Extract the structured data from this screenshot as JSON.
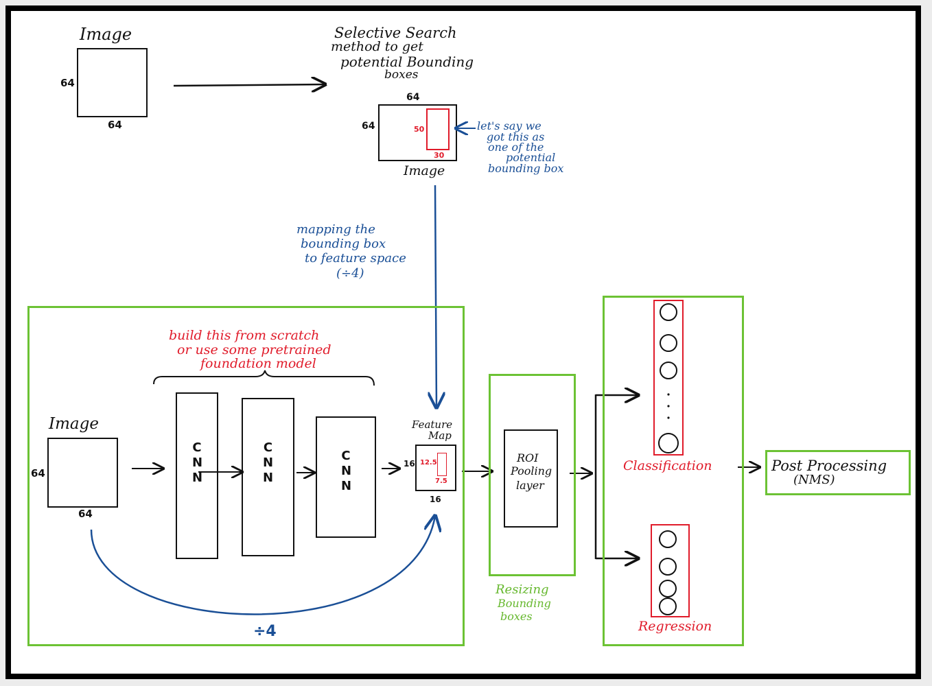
{
  "top_image": {
    "label": "Image",
    "height": "64",
    "width": "64"
  },
  "selective_search": {
    "lines": [
      "Selective Search",
      "method to get",
      "potential Bounding",
      "boxes"
    ]
  },
  "proposal_image": {
    "label": "Image",
    "height": "64",
    "width": "64",
    "bbox_height": "50",
    "bbox_width": "30"
  },
  "proposal_note": {
    "lines": [
      "let's say we",
      "got this as",
      "one of the",
      "potential",
      "bounding box"
    ]
  },
  "mapping_note": {
    "lines": [
      "mapping the",
      "bounding box",
      "to feature space",
      "(÷4)"
    ]
  },
  "backbone_note": {
    "lines": [
      "build this from scratch",
      "or use some pretrained",
      "foundation model"
    ]
  },
  "input_image": {
    "label": "Image",
    "height": "64",
    "width": "64"
  },
  "cnn_blocks": [
    {
      "label": "CNN"
    },
    {
      "label": "CNN"
    },
    {
      "label": "CNN"
    }
  ],
  "feature_map": {
    "label_lines": [
      "Feature",
      "Map"
    ],
    "height": "16",
    "width": "16",
    "bbox_height": "12.5",
    "bbox_width": "7.5"
  },
  "downsample_label": "÷4",
  "roi_pooling": {
    "lines": [
      "ROI",
      "Pooling",
      "layer"
    ]
  },
  "resize_note": {
    "lines": [
      "Resizing",
      "Bounding",
      "boxes"
    ]
  },
  "heads": {
    "classification": "Classification",
    "regression": "Regression"
  },
  "post_processing": {
    "lines": [
      "Post Processing",
      "(NMS)"
    ]
  },
  "colors": {
    "ink": "#111111",
    "annotation_blue": "#1a4f96",
    "annotation_red": "#e01b2a",
    "group_green": "#6cc234"
  }
}
